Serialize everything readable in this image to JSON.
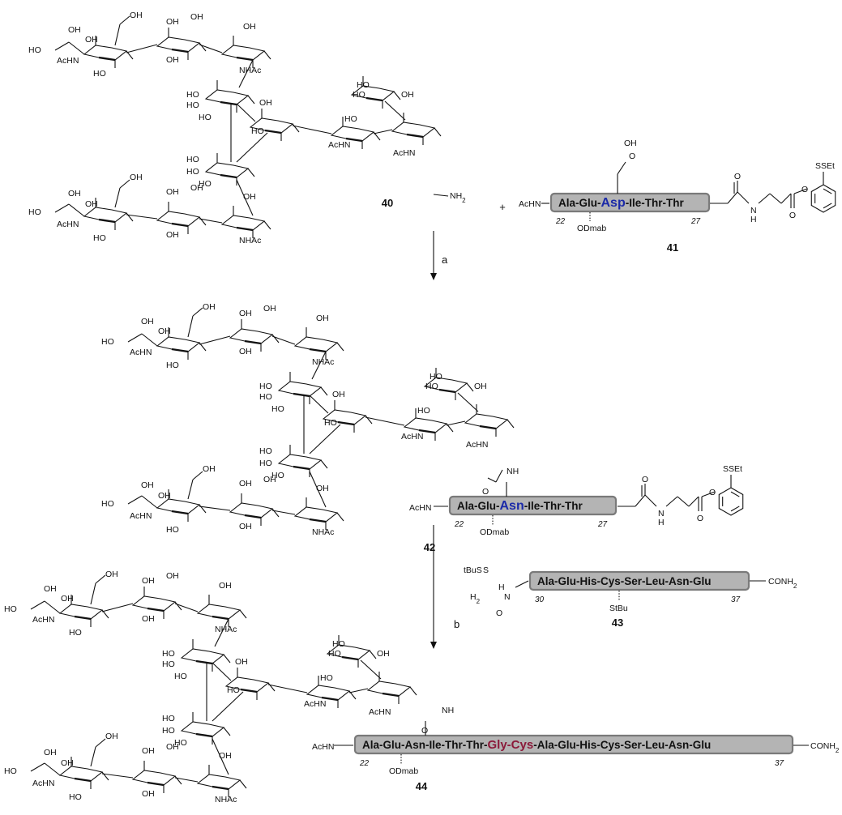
{
  "compounds": {
    "c40": "40",
    "c41": "41",
    "c42": "42",
    "c43": "43",
    "c44": "44"
  },
  "steps": {
    "a": "a",
    "b": "b",
    "plus": "+"
  },
  "labels": {
    "OH": "OH",
    "HO": "HO",
    "AcHN": "AcHN",
    "NHAc": "NHAc",
    "NH2": "NH2",
    "NH": "NH",
    "O": "O",
    "N": "N",
    "H": "H",
    "H2N": "H2N",
    "SSEt": "SSEt",
    "ODmab": "ODmab",
    "StBu": "StBu",
    "tBuS": "tBuS",
    "S": "S",
    "CONH2": "CONH2"
  },
  "peptides": {
    "p41": {
      "pre": "Ala-Glu-",
      "hi": "Asp",
      "post": "-Ile-Thr-Thr",
      "start": "22",
      "end": "27"
    },
    "p42": {
      "pre": "Ala-Glu-",
      "hi": "Asn",
      "post": "-Ile-Thr-Thr",
      "start": "22",
      "end": "27"
    },
    "p43": {
      "text": "Ala-Glu-His-Cys-Ser-Leu-Asn-Glu",
      "start": "30",
      "end": "37"
    },
    "p44": {
      "pre": "Ala-Glu-Asn-Ile-Thr-Thr-",
      "hi": "Gly-Cys",
      "post": "-Ala-Glu-His-Cys-Ser-Leu-Asn-Glu",
      "start": "22",
      "end": "37"
    }
  },
  "colors": {
    "asp_asn": "#1b2aa8",
    "gly_cys": "#8b1a3a",
    "box_fill": "#b4b4b4",
    "box_stroke": "#7a7a7a"
  }
}
